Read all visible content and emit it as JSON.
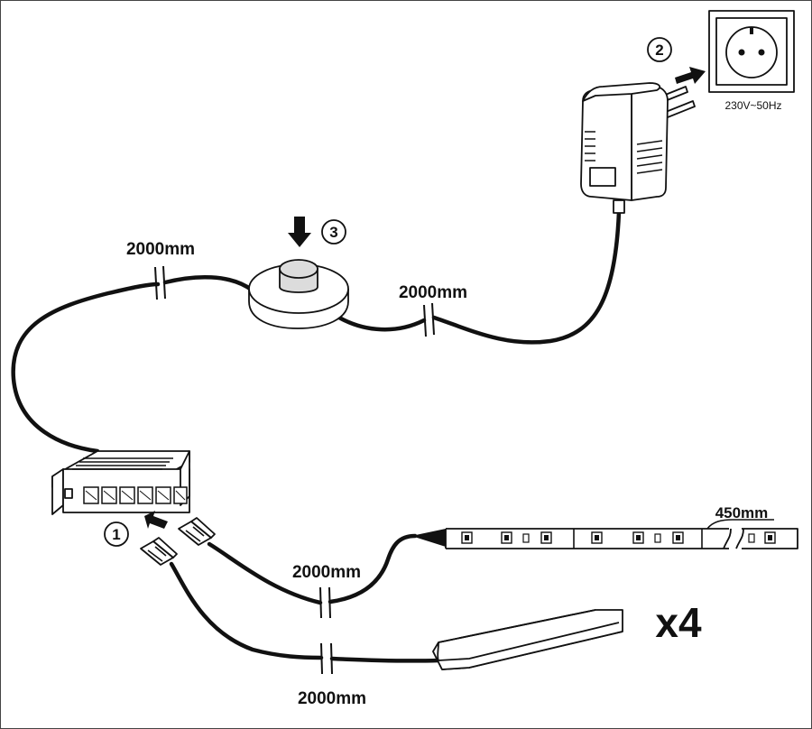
{
  "labels": {
    "cable_top_left": "2000mm",
    "cable_top_right": "2000mm",
    "cable_bottom_upper": "2000mm",
    "cable_bottom_lower": "2000mm",
    "strip_length": "450mm",
    "socket_rating": "230V~50Hz",
    "quantity": "x4"
  },
  "steps": [
    {
      "number": "1"
    },
    {
      "number": "2"
    },
    {
      "number": "3"
    }
  ],
  "colors": {
    "line": "#111111",
    "background": "#ffffff",
    "button_shade": "#dcdcdc"
  }
}
